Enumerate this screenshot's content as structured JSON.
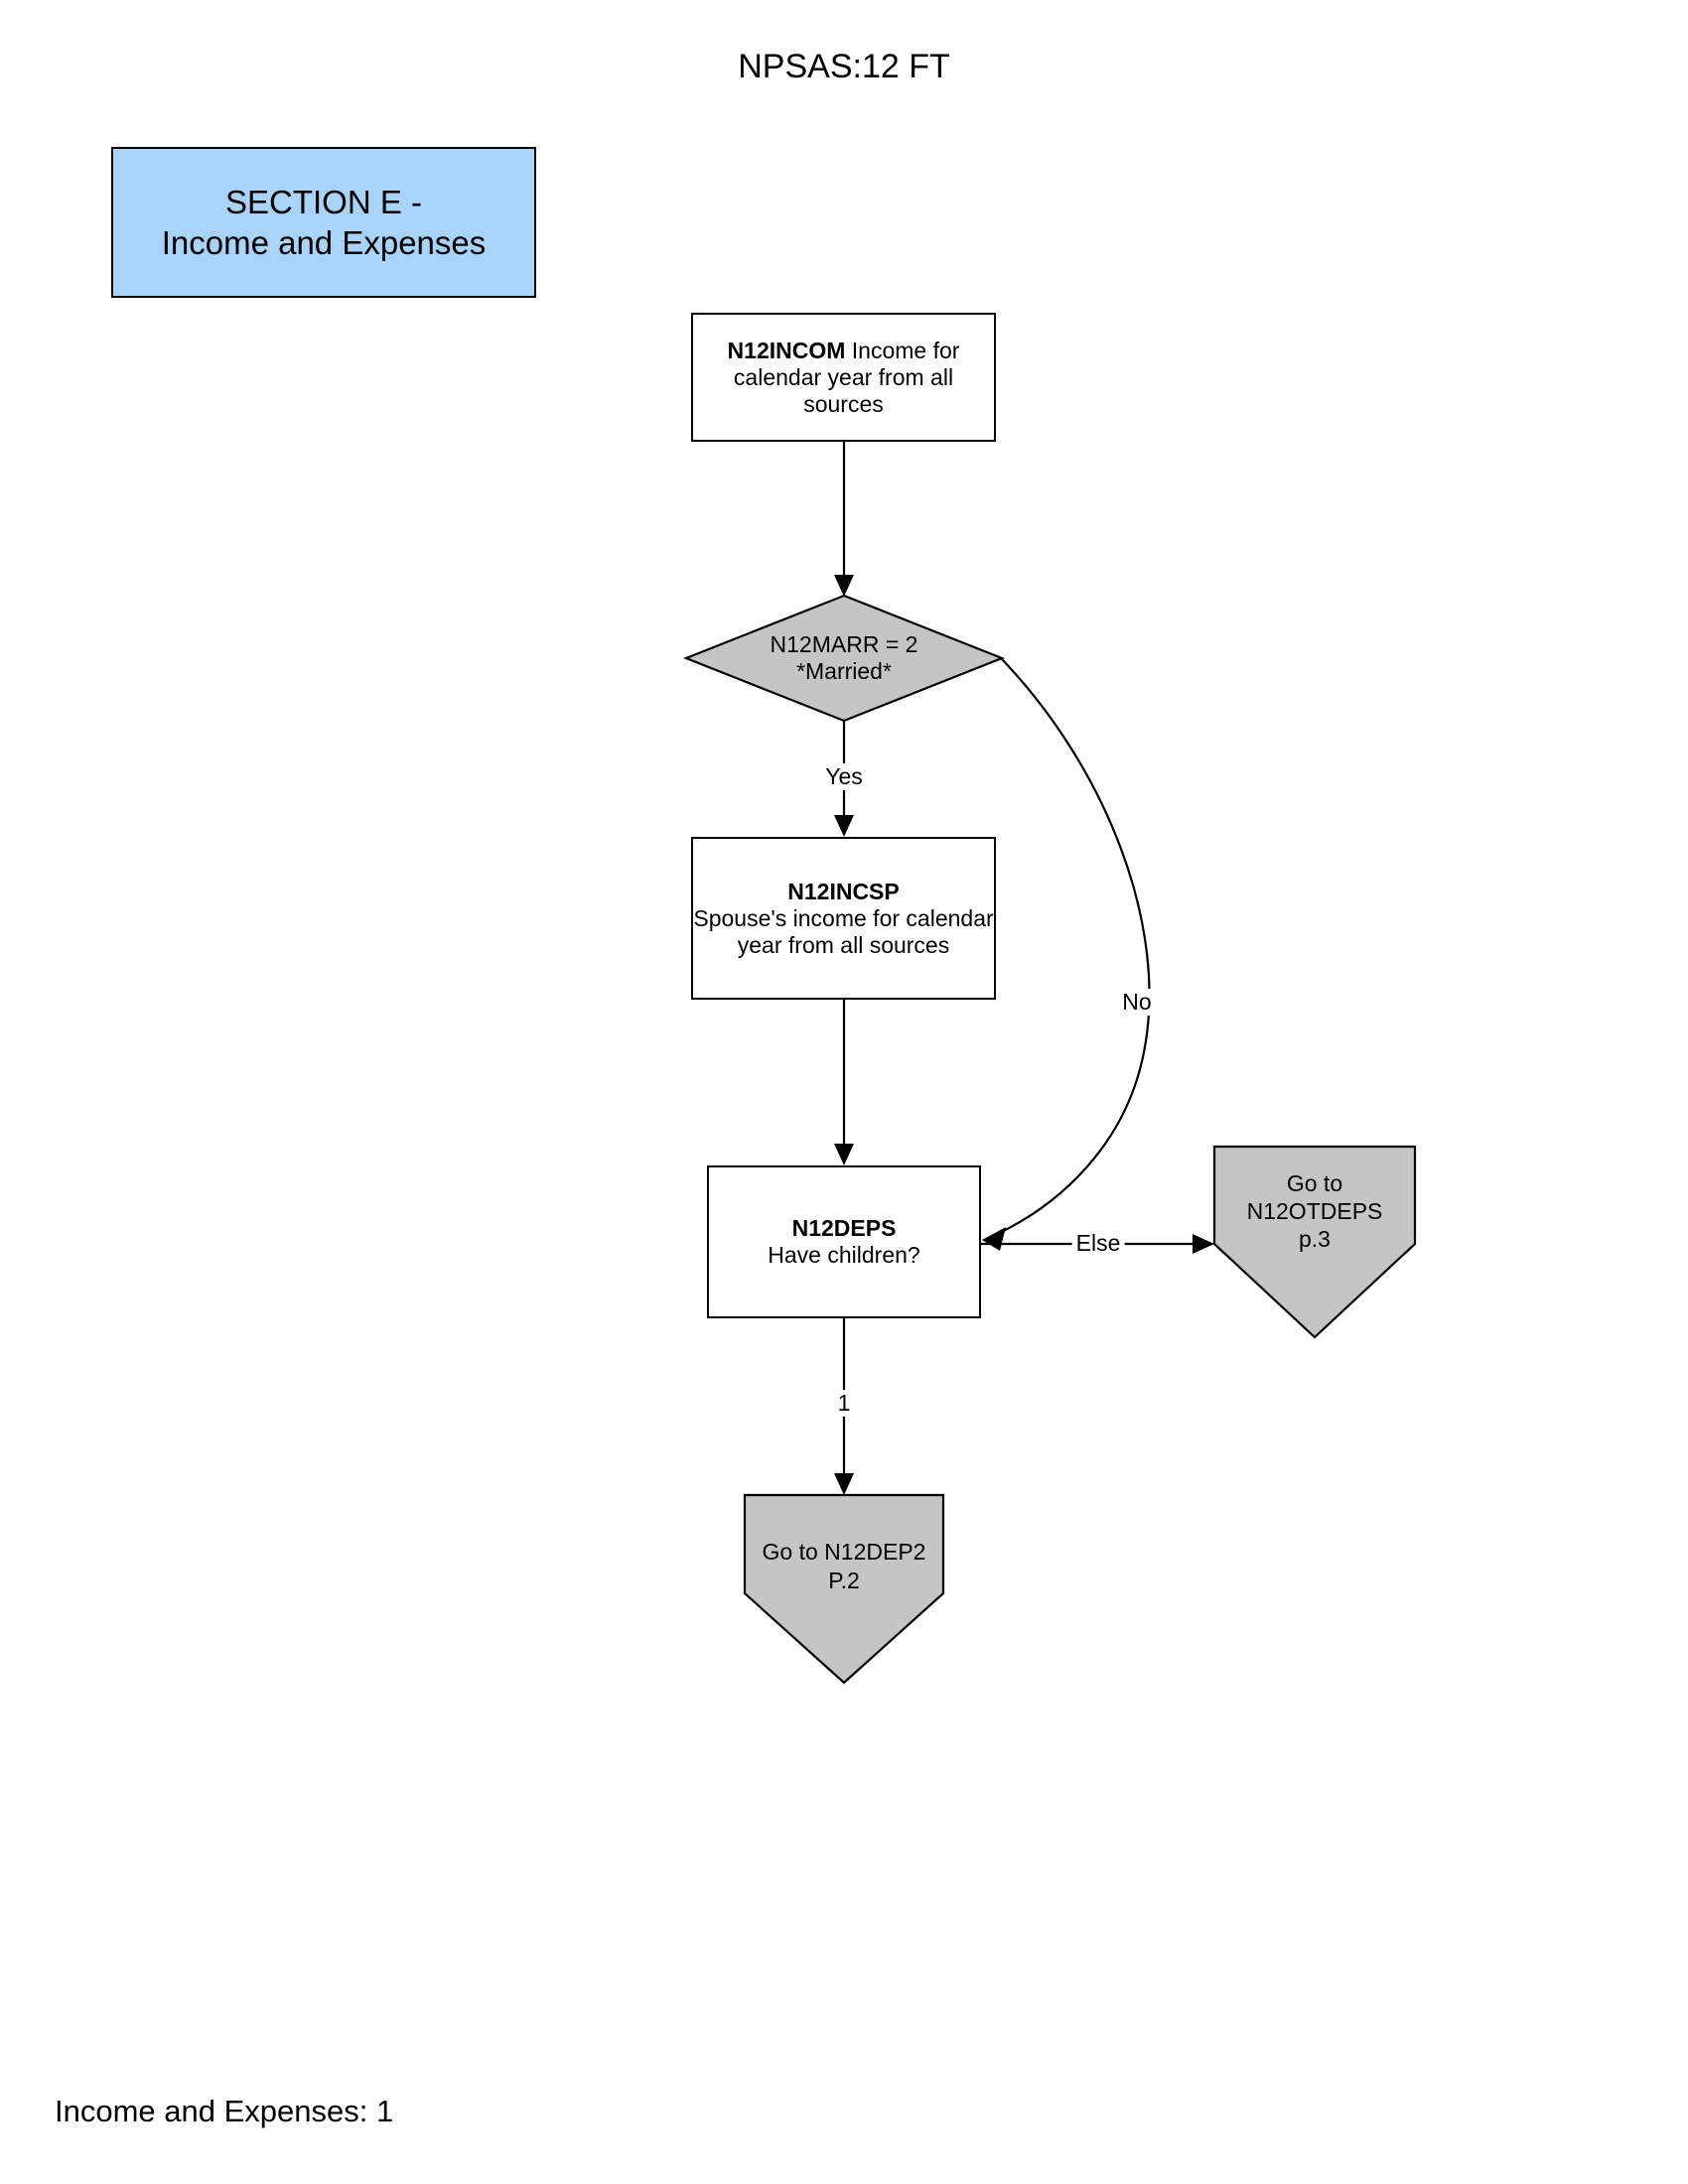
{
  "header": {
    "title": "NPSAS:12 FT"
  },
  "banner": {
    "line1": "SECTION E -",
    "line2": "Income and Expenses"
  },
  "nodes": {
    "n12incom": {
      "bold": "N12INCOM",
      "line1_rest": " Income for",
      "line2": "calendar year from all",
      "line3": "sources"
    },
    "n12marr": {
      "line1": "N12MARR = 2",
      "line2": "*Married*"
    },
    "n12incsp": {
      "bold": "N12INCSP",
      "line2": "Spouse's income for calendar",
      "line3": "year from all sources"
    },
    "n12deps": {
      "bold": "N12DEPS",
      "line2": "Have children?"
    },
    "n12otdeps": {
      "line1": "Go to",
      "line2": "N12OTDEPS",
      "line3": "p.3"
    },
    "n12dep2": {
      "line1": "Go to N12DEP2",
      "line2": "P.2"
    }
  },
  "edge_labels": {
    "yes": "Yes",
    "no": "No",
    "else": "Else",
    "one": "1"
  },
  "footer": {
    "text": "Income and Expenses: 1"
  },
  "colors": {
    "banner_blue": "#A9D3F8",
    "node_gray": "#C5C5C5",
    "line": "#000000"
  }
}
